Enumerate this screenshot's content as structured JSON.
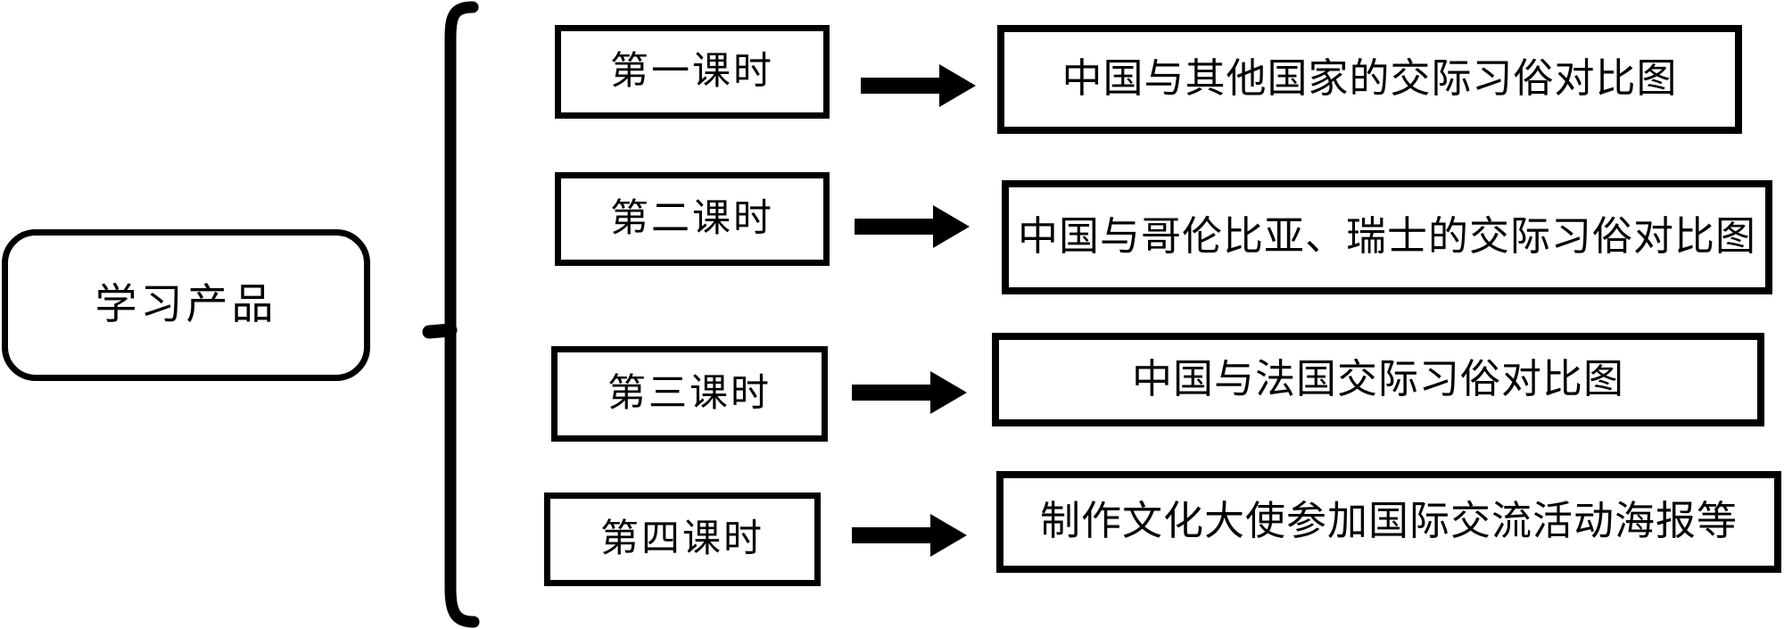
{
  "diagram": {
    "root": {
      "label": "学习产品"
    },
    "rows": [
      {
        "lesson": "第一课时",
        "product": "中国与其他国家的交际习俗对比图"
      },
      {
        "lesson": "第二课时",
        "product": "中国与哥伦比亚、瑞士的交际习俗对比图"
      },
      {
        "lesson": "第三课时",
        "product": "中国与法国交际习俗对比图"
      },
      {
        "lesson": "第四课时",
        "product": "制作文化大使参加国际交流活动海报等"
      }
    ],
    "icons": {
      "connector": "left-brace-icon",
      "relation": "arrow-right-icon"
    },
    "colors": {
      "line": "#000000",
      "text": "#000000",
      "background": "#ffffff"
    }
  }
}
